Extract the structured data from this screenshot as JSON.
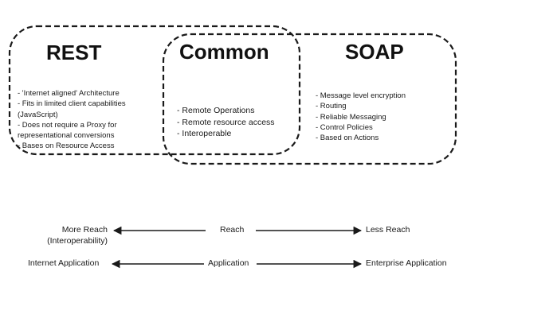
{
  "sets": {
    "rest": {
      "title": "REST",
      "items": [
        "- 'Internet  aligned' Architecture",
        "- Fits in limited client capabilities (JavaScript)",
        "- Does not require a Proxy for representational conversions",
        "- Bases on Resource Access"
      ]
    },
    "common": {
      "title": "Common",
      "items": [
        "- Remote Operations",
        "- Remote resource access",
        "- Interoperable"
      ]
    },
    "soap": {
      "title": "SOAP",
      "items": [
        "- Message level encryption",
        "- Routing",
        "- Reliable Messaging",
        "- Control Policies",
        "- Based on Actions"
      ]
    }
  },
  "scales": {
    "reach": {
      "left_line1": "More Reach",
      "left_line2": "(Interoperability)",
      "center": "Reach",
      "right": "Less Reach"
    },
    "application": {
      "left": "Internet Application",
      "center": "Application",
      "right": "Enterprise Application"
    }
  },
  "colors": {
    "outline": "#1a1a1a",
    "text": "#1a1a1a",
    "background": "#ffffff"
  }
}
